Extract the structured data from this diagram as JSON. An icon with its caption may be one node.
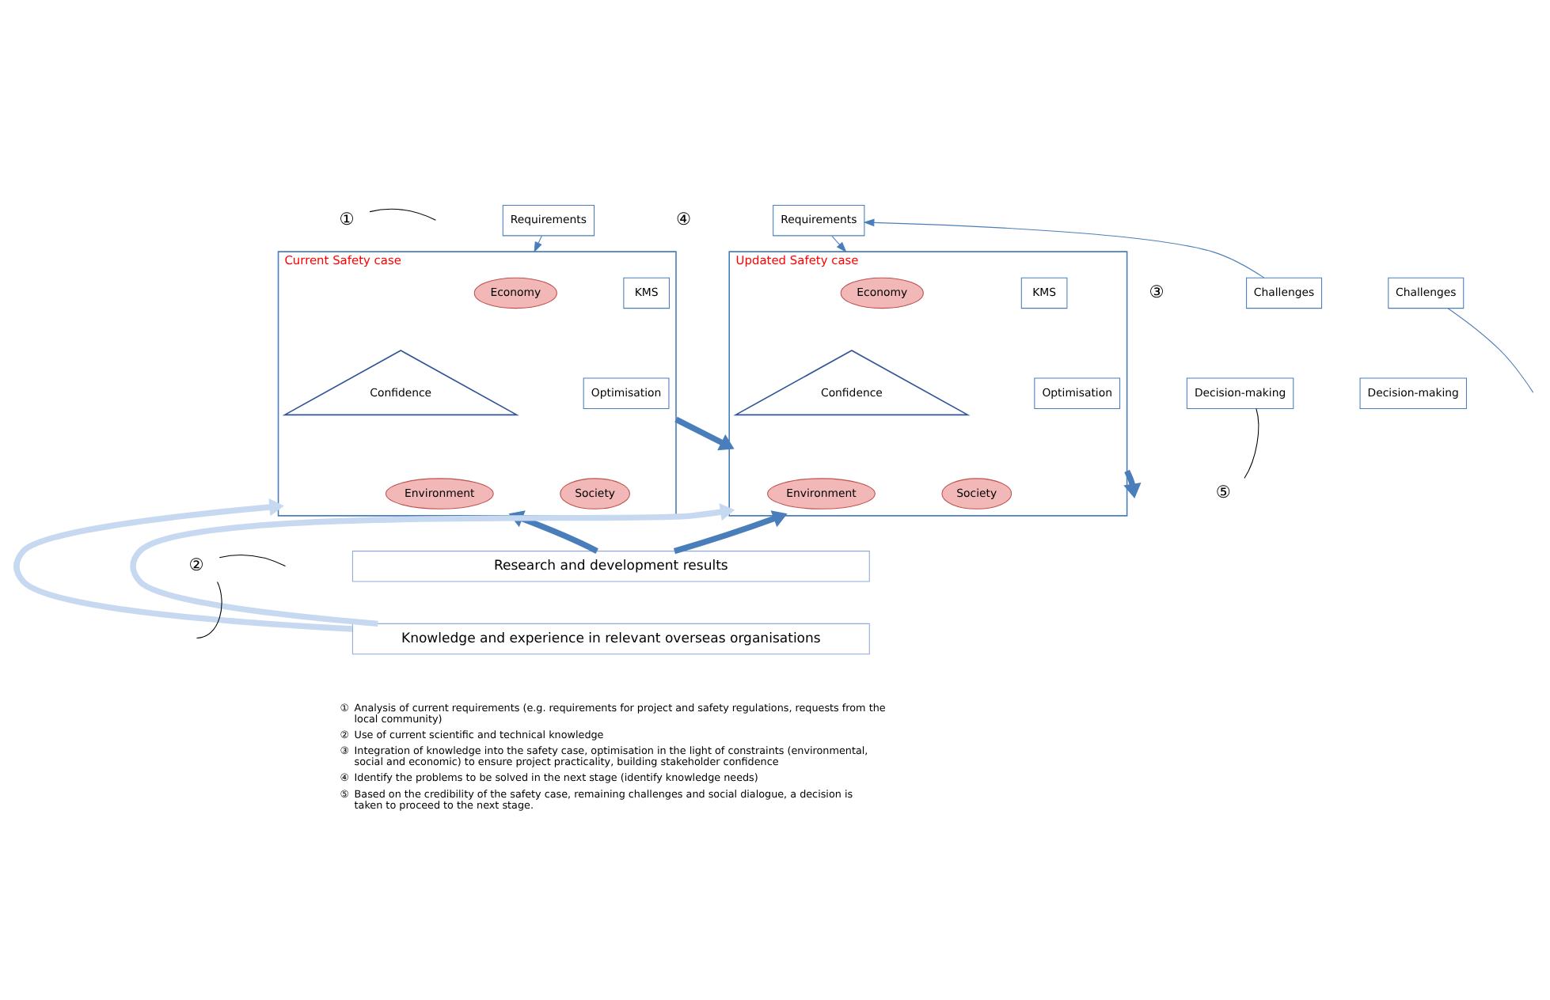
{
  "diagram": {
    "nodes": [
      {
        "text": [
          "Requirements"
        ]
      },
      {
        "text": [
          "Current Safety case"
        ]
      },
      {
        "text": [
          "Economy"
        ],
        "in": 1
      },
      {
        "text": [
          "Environment"
        ],
        "in": 1
      },
      {
        "text": [
          "Society"
        ],
        "in": 1
      },
      {
        "text": [
          "Confidence"
        ],
        "in": 1
      },
      {
        "text": [
          "KMS"
        ],
        "in": 1
      },
      {
        "text": [
          "Optimisation"
        ],
        "in": 1
      },
      {
        "text": [
          "Challenges"
        ]
      },
      {
        "text": [
          "Decision-making"
        ]
      },
      {
        "text": [
          "Requirements"
        ]
      },
      {
        "text": [
          "Updated Safety case"
        ]
      },
      {
        "text": [
          "Economy"
        ],
        "in": 11
      },
      {
        "text": [
          "Environment"
        ],
        "in": 11
      },
      {
        "text": [
          "Society"
        ],
        "in": 11
      },
      {
        "text": [
          "Confidence"
        ],
        "in": 11
      },
      {
        "text": [
          "KMS"
        ],
        "in": 11
      },
      {
        "text": [
          "Optimisation"
        ],
        "in": 11
      },
      {
        "text": [
          "Challenges"
        ]
      },
      {
        "text": [
          "Decision-making"
        ]
      },
      {
        "text": [
          "Research and development results"
        ]
      },
      {
        "text": [
          "Knowledge and experience in relevant overseas organisations"
        ]
      },
      {
        "text": [
          "①"
        ]
      },
      {
        "text": [
          "②"
        ]
      },
      {
        "text": [
          "⑤"
        ]
      }
    ],
    "edges": [
      {
        "from": 0,
        "to": 1,
        "arrow": "to"
      },
      {
        "from": 22,
        "to": null,
        "arrow": "none",
        "color": "#000000"
      },
      {
        "from": 8,
        "to": 10,
        "arrow": "to"
      },
      {
        "from": 10,
        "to": 11,
        "arrow": "to"
      },
      {
        "from": 1,
        "to": 11,
        "arrow": "to",
        "style": "thick"
      },
      {
        "from": 11,
        "to": null,
        "arrow": "to",
        "style": "thick"
      },
      {
        "from": 18,
        "to": null,
        "arrow": "none"
      },
      {
        "from": 21,
        "to": 1,
        "arrow": "to",
        "style": "thick",
        "color": "#c6d9f1"
      },
      {
        "from": 20,
        "to": 1,
        "arrow": "to",
        "style": "thick"
      },
      {
        "from": 21,
        "to": 11,
        "arrow": "to",
        "style": "thick",
        "color": "#c6d9f1"
      },
      {
        "from": 20,
        "to": 11,
        "arrow": "to",
        "style": "thick"
      },
      {
        "from": 23,
        "to": null,
        "arrow": "none",
        "color": "#000000"
      },
      {
        "from": 23,
        "to": null,
        "arrow": "none",
        "color": "#000000"
      },
      {
        "from": 24,
        "to": 9,
        "arrow": "none",
        "color": "#000000"
      }
    ],
    "labels": [
      "③",
      "④",
      "①",
      "Analysis of current requirements (e.g. requirements for project and safety regulations, requests from the local community)",
      "②",
      "Use of current scientific and technical knowledge",
      "③",
      "Integration of knowledge into the safety case, optimisation in the light of constraints (environmental, social and economic) to ensure project practicality, building stakeholder confidence",
      "④",
      "Identify the problems to be solved in the next stage (identify knowledge needs)",
      "⑤",
      "Based on the credibility of the safety case, remaining challenges and social dialogue, a decision is taken to proceed to the next stage."
    ]
  }
}
